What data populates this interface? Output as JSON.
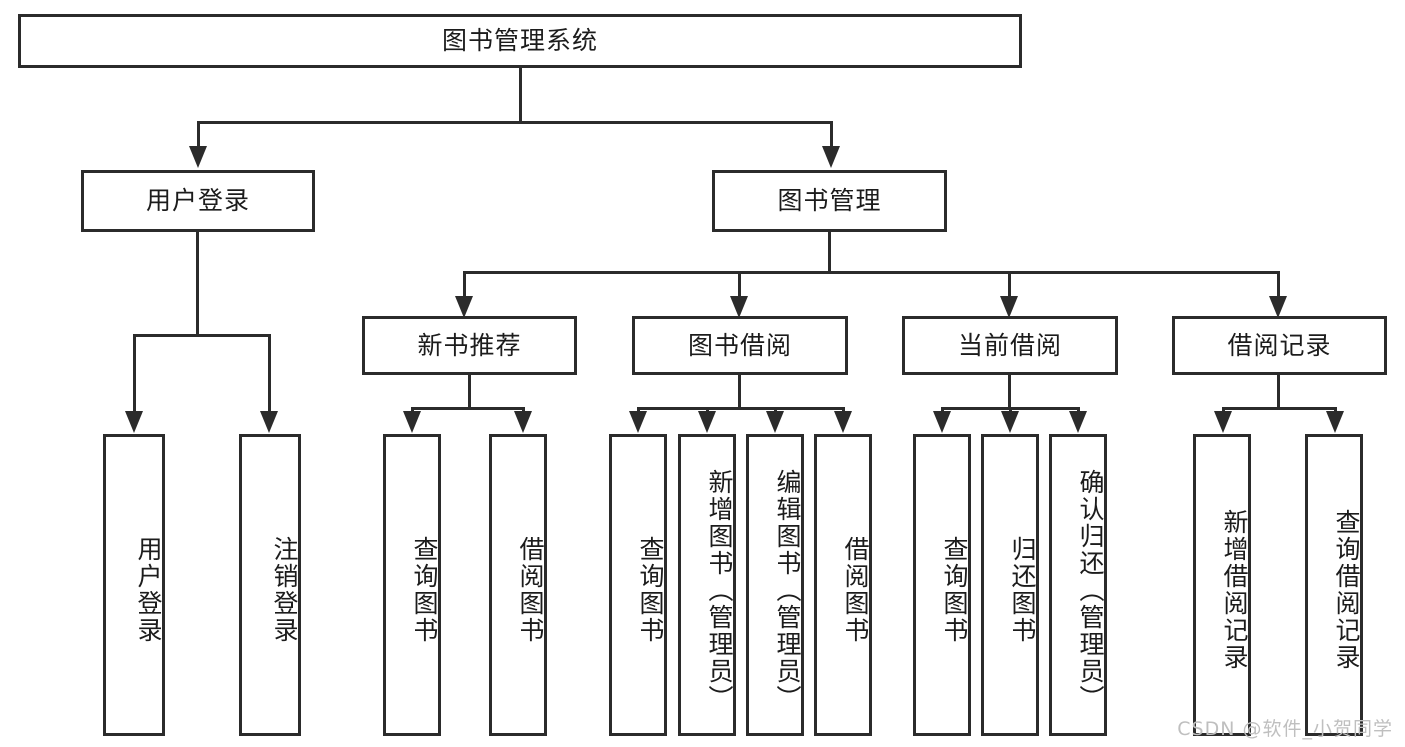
{
  "diagram": {
    "title": "图书管理系统",
    "type": "tree",
    "watermark": "CSDN @软件_小贺同学",
    "colors": {
      "stroke": "#2b2b2b",
      "fill": "#ffffff",
      "text": "#1c1c1c",
      "watermark": "#bfbfbf"
    },
    "root": {
      "label": "图书管理系统"
    },
    "level2": [
      {
        "label": "用户登录"
      },
      {
        "label": "图书管理"
      }
    ],
    "level3": [
      {
        "label": "新书推荐"
      },
      {
        "label": "图书借阅"
      },
      {
        "label": "当前借阅"
      },
      {
        "label": "借阅记录"
      }
    ],
    "leaves": {
      "user_login": [
        {
          "label": "用户登录"
        },
        {
          "label": "注销登录"
        }
      ],
      "new_book_recommend": [
        {
          "label": "查询图书"
        },
        {
          "label": "借阅图书"
        }
      ],
      "book_borrow": [
        {
          "label": "查询图书"
        },
        {
          "label": "新增图书（管理员）"
        },
        {
          "label": "编辑图书（管理员）"
        },
        {
          "label": "借阅图书"
        }
      ],
      "current_borrow": [
        {
          "label": "查询图书"
        },
        {
          "label": "归还图书"
        },
        {
          "label": "确认归还（管理员）"
        }
      ],
      "borrow_record": [
        {
          "label": "新增借阅记录"
        },
        {
          "label": "查询借阅记录"
        }
      ]
    }
  }
}
